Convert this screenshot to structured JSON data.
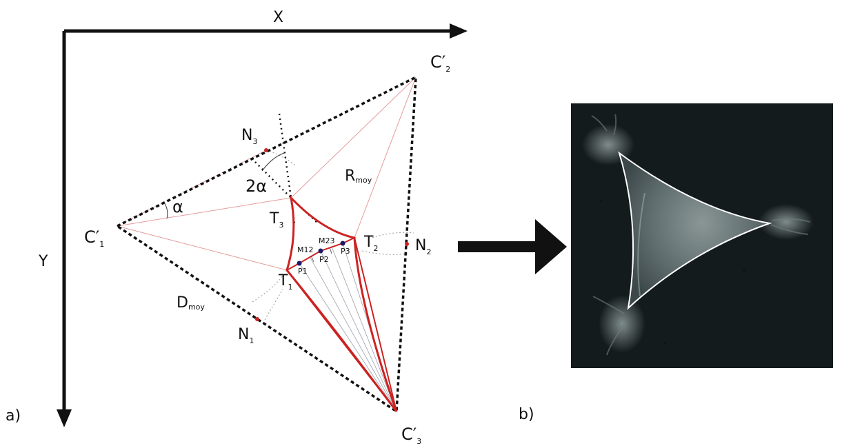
{
  "panel_a": {
    "panel_label": "a)",
    "axis_x": "X",
    "axis_y": "Y",
    "vertices": {
      "c1": {
        "main": "C′",
        "sub": "1"
      },
      "c2": {
        "main": "C′",
        "sub": "2"
      },
      "c3": {
        "main": "C′",
        "sub": "3"
      }
    },
    "midpoints": {
      "n1": {
        "main": "N",
        "sub": "1"
      },
      "n2": {
        "main": "N",
        "sub": "2"
      },
      "n3": {
        "main": "N",
        "sub": "3"
      }
    },
    "tips": {
      "t1": {
        "main": "T",
        "sub": "1"
      },
      "t2": {
        "main": "T",
        "sub": "2"
      },
      "t3": {
        "main": "T",
        "sub": "3"
      }
    },
    "angle_alpha": "α",
    "angle_2alpha": "2α",
    "r_moy": {
      "main": "R",
      "sub": "moy"
    },
    "d_moy": {
      "main": "D",
      "sub": "moy"
    },
    "points": {
      "p1": "P1",
      "p2": "P2",
      "p3": "P3",
      "m12": "M12",
      "m23": "M23"
    },
    "colors": {
      "outer_triangle": "#111111",
      "inner_curve": "#cc2222",
      "guide_lines": "#e08080",
      "marker_blue": "#1a1a66",
      "marker_red": "#cc2222"
    }
  },
  "panel_b": {
    "panel_label": "b)",
    "background_color": "#141b1d",
    "outline_color": "#ffffff"
  }
}
